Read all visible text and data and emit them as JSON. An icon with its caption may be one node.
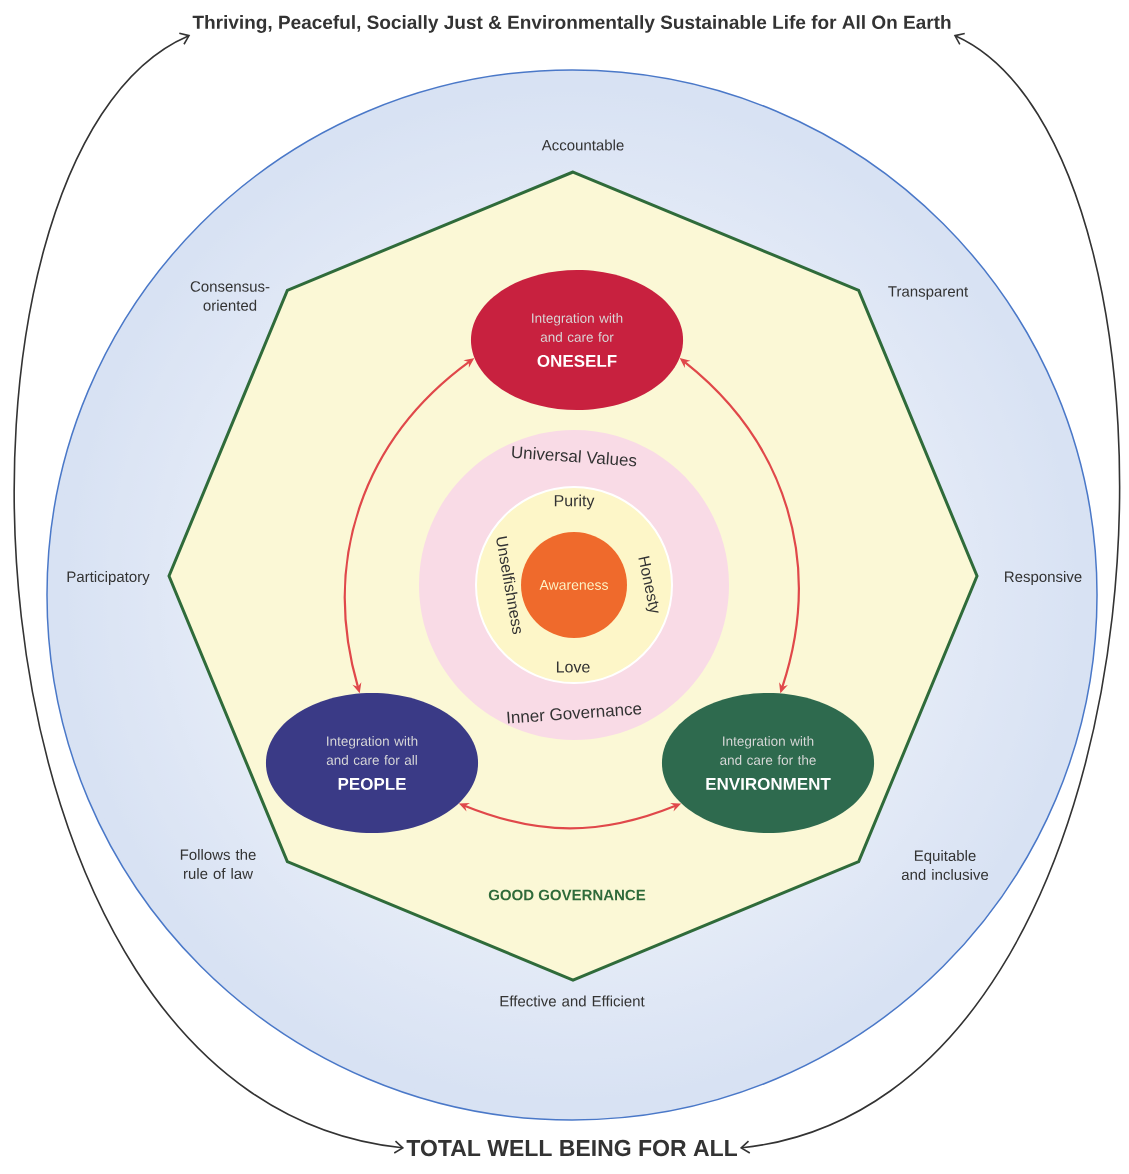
{
  "diagram": {
    "nodes": [
      {
        "text": [
          "Thriving, Peaceful, Socially Just & Environmentally Sustainable Life for All On Earth"
        ]
      },
      {
        "text": [
          "GOOD GOVERNANCE"
        ],
        "beside": [
          "Accountable",
          "Transparent",
          "Responsive",
          "Equitable and inclusive",
          "Effective and Efficient",
          "Follows the rule of law",
          "Participatory",
          "Consensus-oriented"
        ]
      },
      {
        "text": [
          "Integration with and care for",
          "ONESELF"
        ],
        "in": 1
      },
      {
        "text": [
          "Universal Values",
          "Inner Governance"
        ],
        "in": 1
      },
      {
        "text": [
          "Purity",
          "Unselfishness",
          "Honesty",
          "Love"
        ],
        "in": 3
      },
      {
        "text": [
          "Awareness"
        ],
        "in": 4
      },
      {
        "text": [
          "Integration with and care for all",
          "PEOPLE"
        ],
        "in": 1
      },
      {
        "text": [
          "Integration with and care for the",
          "ENVIRONMENT"
        ],
        "in": 1
      },
      {
        "text": [
          "TOTAL WELL BEING FOR ALL"
        ]
      }
    ],
    "edges": [
      {
        "from": 2,
        "to": 6,
        "arrow": "both",
        "color": "#e0484a"
      },
      {
        "from": 2,
        "to": 7,
        "arrow": "both",
        "color": "#e0484a"
      },
      {
        "from": 6,
        "to": 7,
        "arrow": "both",
        "color": "#e0484a"
      },
      {
        "from": 8,
        "to": 0,
        "arrow": "both",
        "color": "#333333"
      },
      {
        "from": 8,
        "to": 0,
        "arrow": "both",
        "color": "#333333"
      }
    ]
  }
}
